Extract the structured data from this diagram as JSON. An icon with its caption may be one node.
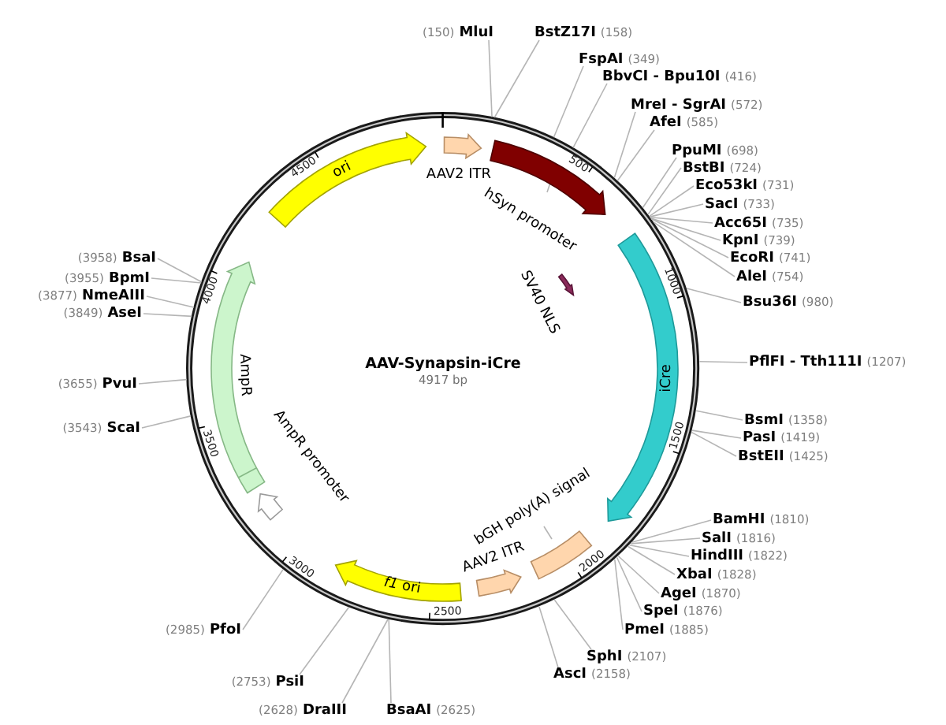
{
  "diagram": {
    "title": "AAV-Synapsin-iCre",
    "nodes": [
      {
        "text": [
          "MluI"
        ],
        "beside": [
          "(150)"
        ]
      },
      {
        "text": [
          "BstZ17I"
        ],
        "beside": [
          "(158)"
        ]
      },
      {
        "text": [
          "FspAI"
        ],
        "beside": [
          "(349)"
        ]
      },
      {
        "text": [
          "BbvCI - Bpu10I"
        ],
        "beside": [
          "(416)"
        ]
      },
      {
        "text": [
          "MreI - SgrAI"
        ],
        "beside": [
          "(572)"
        ]
      },
      {
        "text": [
          "AfeI"
        ],
        "beside": [
          "(585)"
        ]
      },
      {
        "text": [
          "PpuMI"
        ],
        "beside": [
          "(698)"
        ]
      },
      {
        "text": [
          "BstBI"
        ],
        "beside": [
          "(724)"
        ]
      },
      {
        "text": [
          "Eco53kI"
        ],
        "beside": [
          "(731)"
        ]
      },
      {
        "text": [
          "SacI"
        ],
        "beside": [
          "(733)"
        ]
      },
      {
        "text": [
          "Acc65I"
        ],
        "beside": [
          "(735)"
        ]
      },
      {
        "text": [
          "KpnI"
        ],
        "beside": [
          "(739)"
        ]
      },
      {
        "text": [
          "EcoRI"
        ],
        "beside": [
          "(741)"
        ]
      },
      {
        "text": [
          "AleI"
        ],
        "beside": [
          "(754)"
        ]
      },
      {
        "text": [
          "Bsu36I"
        ],
        "beside": [
          "(980)"
        ]
      },
      {
        "text": [
          "PflFI - Tth111I"
        ],
        "beside": [
          "(1207)"
        ]
      },
      {
        "text": [
          "BsmI"
        ],
        "beside": [
          "(1358)"
        ]
      },
      {
        "text": [
          "PasI"
        ],
        "beside": [
          "(1419)"
        ]
      },
      {
        "text": [
          "BstEII"
        ],
        "beside": [
          "(1425)"
        ]
      },
      {
        "text": [
          "BamHI"
        ],
        "beside": [
          "(1810)"
        ]
      },
      {
        "text": [
          "SalI"
        ],
        "beside": [
          "(1816)"
        ]
      },
      {
        "text": [
          "HindIII"
        ],
        "beside": [
          "(1822)"
        ]
      },
      {
        "text": [
          "XbaI"
        ],
        "beside": [
          "(1828)"
        ]
      },
      {
        "text": [
          "AgeI"
        ],
        "beside": [
          "(1870)"
        ]
      },
      {
        "text": [
          "SpeI"
        ],
        "beside": [
          "(1876)"
        ]
      },
      {
        "text": [
          "PmeI"
        ],
        "beside": [
          "(1885)"
        ]
      },
      {
        "text": [
          "SphI"
        ],
        "beside": [
          "(2107)"
        ]
      },
      {
        "text": [
          "AscI"
        ],
        "beside": [
          "(2158)"
        ]
      },
      {
        "text": [
          "BsaAI"
        ],
        "beside": [
          "(2625)"
        ]
      },
      {
        "text": [
          "DraIII"
        ],
        "beside": [
          "(2628)"
        ]
      },
      {
        "text": [
          "PsiI"
        ],
        "beside": [
          "(2753)"
        ]
      },
      {
        "text": [
          "PfoI"
        ],
        "beside": [
          "(2985)"
        ]
      },
      {
        "text": [
          "ScaI"
        ],
        "beside": [
          "(3543)"
        ]
      },
      {
        "text": [
          "PvuI"
        ],
        "beside": [
          "(3655)"
        ]
      },
      {
        "text": [
          "AseI"
        ],
        "beside": [
          "(3849)"
        ]
      },
      {
        "text": [
          "NmeAIII"
        ],
        "beside": [
          "(3877)"
        ]
      },
      {
        "text": [
          "BpmI"
        ],
        "beside": [
          "(3955)"
        ]
      },
      {
        "text": [
          "BsaI"
        ],
        "beside": [
          "(3958)"
        ]
      },
      {
        "text": [],
        "shape": "circle"
      },
      {
        "text": [
          "AAV2 ITR"
        ],
        "in": 38
      },
      {
        "text": [
          "hSyn promoter"
        ],
        "in": 38
      },
      {
        "text": [
          "SV40 NLS"
        ],
        "in": 38
      },
      {
        "text": [
          "iCre"
        ],
        "in": 38
      },
      {
        "text": [
          "bGH poly(A) signal"
        ],
        "in": 38
      },
      {
        "text": [
          "AAV2 ITR"
        ],
        "in": 38
      },
      {
        "text": [
          "*f1* ori"
        ],
        "in": 38
      },
      {
        "text": [
          "AmpR promoter"
        ],
        "in": 38
      },
      {
        "text": [
          "AmpR"
        ],
        "in": 38
      },
      {
        "text": [
          "ori"
        ],
        "in": 38
      }
    ],
    "edges": [
      {
        "from": 0,
        "to": 38,
        "arrow": "none"
      },
      {
        "from": 1,
        "to": 38,
        "arrow": "none"
      },
      {
        "from": 2,
        "to": 38,
        "arrow": "none"
      },
      {
        "from": 3,
        "to": 38,
        "arrow": "none"
      },
      {
        "from": 4,
        "to": 38,
        "arrow": "none"
      },
      {
        "from": 5,
        "to": 38,
        "arrow": "none"
      },
      {
        "from": 6,
        "to": 38,
        "arrow": "none"
      },
      {
        "from": 7,
        "to": 38,
        "arrow": "none"
      },
      {
        "from": 8,
        "to": 38,
        "arrow": "none"
      },
      {
        "from": 9,
        "to": 38,
        "arrow": "none"
      },
      {
        "from": 10,
        "to": 38,
        "arrow": "none"
      },
      {
        "from": 11,
        "to": 38,
        "arrow": "none"
      },
      {
        "from": 12,
        "to": 38,
        "arrow": "none"
      },
      {
        "from": 13,
        "to": 38,
        "arrow": "none"
      },
      {
        "from": 14,
        "to": 38,
        "arrow": "none"
      },
      {
        "from": 15,
        "to": 38,
        "arrow": "none"
      },
      {
        "from": 16,
        "to": 38,
        "arrow": "none"
      },
      {
        "from": 17,
        "to": 38,
        "arrow": "none"
      },
      {
        "from": 18,
        "to": 38,
        "arrow": "none"
      },
      {
        "from": 19,
        "to": 38,
        "arrow": "none"
      },
      {
        "from": 20,
        "to": 38,
        "arrow": "none"
      },
      {
        "from": 21,
        "to": 38,
        "arrow": "none"
      },
      {
        "from": 22,
        "to": 38,
        "arrow": "none"
      },
      {
        "from": 23,
        "to": 38,
        "arrow": "none"
      },
      {
        "from": 24,
        "to": 38,
        "arrow": "none"
      },
      {
        "from": 25,
        "to": 38,
        "arrow": "none"
      },
      {
        "from": 26,
        "to": 38,
        "arrow": "none"
      },
      {
        "from": 27,
        "to": 38,
        "arrow": "none"
      },
      {
        "from": 28,
        "to": 38,
        "arrow": "none"
      },
      {
        "from": 29,
        "to": 38,
        "arrow": "none"
      },
      {
        "from": 30,
        "to": 38,
        "arrow": "none"
      },
      {
        "from": 31,
        "to": 38,
        "arrow": "none"
      },
      {
        "from": 32,
        "to": 38,
        "arrow": "none"
      },
      {
        "from": 33,
        "to": 38,
        "arrow": "none"
      },
      {
        "from": 34,
        "to": 38,
        "arrow": "none"
      },
      {
        "from": 35,
        "to": 38,
        "arrow": "none"
      },
      {
        "from": 36,
        "to": 38,
        "arrow": "none"
      },
      {
        "from": 37,
        "to": 38,
        "arrow": "none"
      }
    ],
    "labels": [
      "4917 bp",
      "500",
      "1000",
      "1500",
      "2000",
      "2500",
      "3000",
      "3500",
      "4000",
      "4500"
    ]
  }
}
